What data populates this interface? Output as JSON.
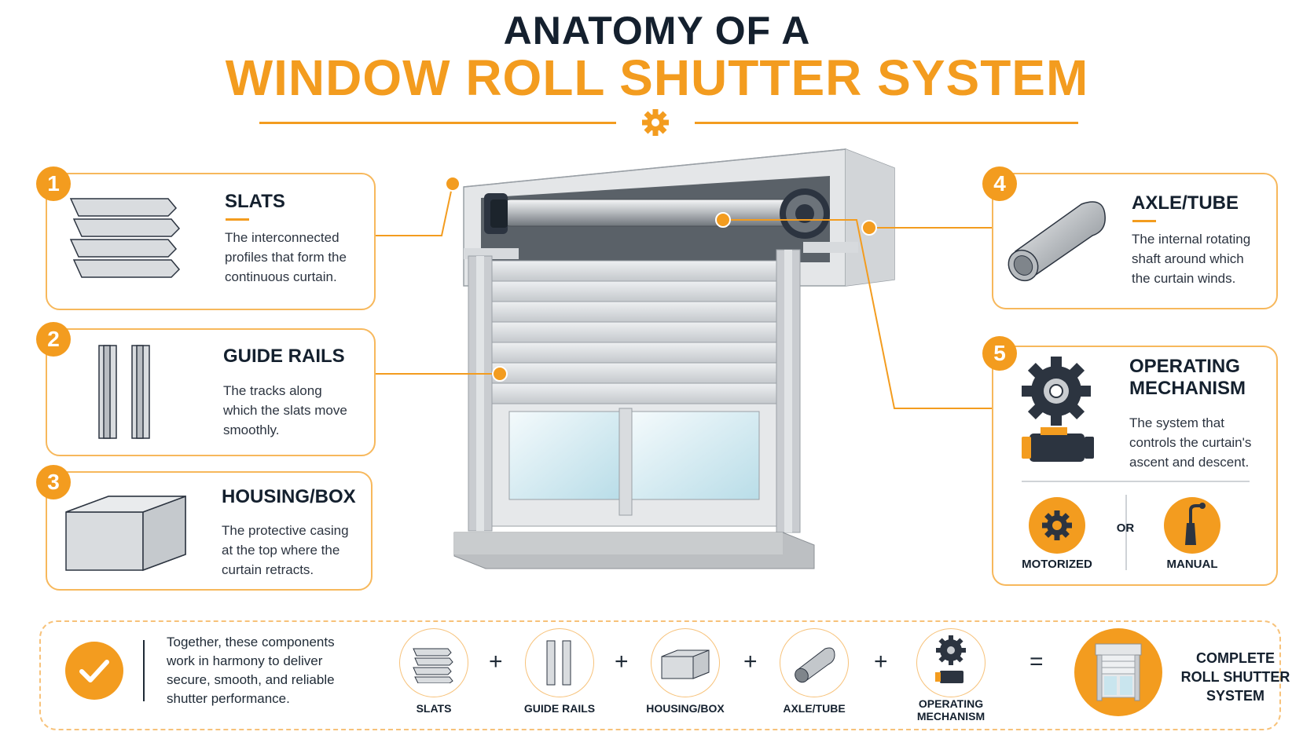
{
  "title": {
    "line1": "ANATOMY OF A",
    "line2": "WINDOW ROLL SHUTTER SYSTEM"
  },
  "colors": {
    "accent": "#f39c1f",
    "accent_light": "#f7b85c",
    "dark": "#14202e",
    "metal": "#c9ccd0"
  },
  "components": [
    {
      "number": "1",
      "title": "SLATS",
      "desc": [
        "The interconnected",
        "profiles that form the",
        "continuous curtain."
      ],
      "icon": "slats-icon"
    },
    {
      "number": "2",
      "title": "GUIDE RAILS",
      "desc": [
        "The tracks along",
        "which the slats move",
        "smoothly."
      ],
      "icon": "guide-rails-icon"
    },
    {
      "number": "3",
      "title": "HOUSING/BOX",
      "desc": [
        "The protective casing",
        "at the top where the",
        "curtain retracts."
      ],
      "icon": "housing-box-icon"
    },
    {
      "number": "4",
      "title": "AXLE/TUBE",
      "desc": [
        "The internal rotating",
        "shaft around which",
        "the curtain winds."
      ],
      "icon": "axle-tube-icon"
    },
    {
      "number": "5",
      "title_lines": [
        "OPERATING",
        "MECHANISM"
      ],
      "desc": [
        "The system that",
        "controls the curtain's",
        "ascent and descent."
      ],
      "icon": "operating-mechanism-icon"
    }
  ],
  "operation_modes": {
    "motorized": "MOTORIZED",
    "or": "OR",
    "manual": "MANUAL"
  },
  "summary": {
    "text": [
      "Together, these components",
      "work in harmony to deliver",
      "secure, smooth, and reliable",
      "shutter performance."
    ],
    "equation": [
      {
        "label": "SLATS"
      },
      {
        "label": "GUIDE RAILS"
      },
      {
        "label": "HOUSING/BOX"
      },
      {
        "label": "AXLE/TUBE"
      },
      {
        "label_lines": [
          "OPERATING",
          "MECHANISM"
        ]
      }
    ],
    "plus": "+",
    "equals": "=",
    "result_lines": [
      "COMPLETE",
      "ROLL SHUTTER",
      "SYSTEM"
    ]
  }
}
